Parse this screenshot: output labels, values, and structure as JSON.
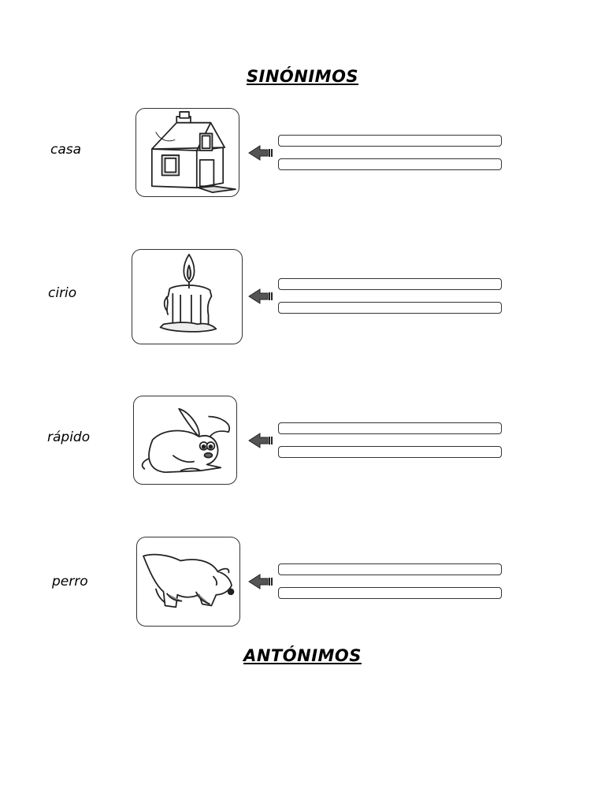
{
  "synonyms_heading": "SINÓNIMOS",
  "antonyms_heading": "ANTÓNIMOS",
  "items": [
    {
      "word": "casa",
      "picture": "house-icon"
    },
    {
      "word": "cirio",
      "picture": "candle-icon"
    },
    {
      "word": "rápido",
      "picture": "rabbit-icon"
    },
    {
      "word": "perro",
      "picture": "dog-icon"
    }
  ]
}
